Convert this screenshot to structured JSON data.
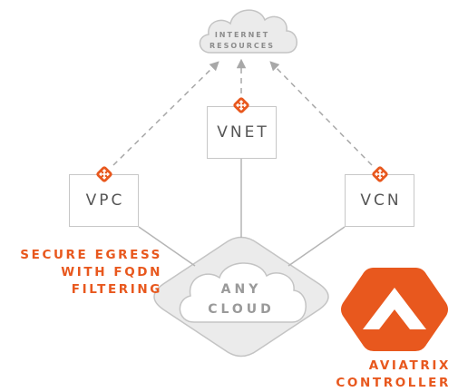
{
  "internet": {
    "line1": "INTERNET",
    "line2": "RESOURCES"
  },
  "networks": {
    "vpc": "VPC",
    "vnet": "VNET",
    "vcn": "VCN"
  },
  "any_cloud": {
    "line1": "ANY",
    "line2": "CLOUD"
  },
  "feature": {
    "line1": "SECURE EGRESS",
    "line2": "WITH FQDN",
    "line3": "FILTERING"
  },
  "controller": {
    "line1": "AVIATRIX",
    "line2": "CONTROLLER"
  },
  "colors": {
    "accent": "#e8581e",
    "cloud_fill": "#ebebeb",
    "cloud_stroke": "#c4c4c4",
    "line": "#b5b5b5",
    "arrow": "#a8a8a8"
  },
  "icons": {
    "gateway": "gateway-node-icon",
    "logo": "aviatrix-logo-icon"
  }
}
